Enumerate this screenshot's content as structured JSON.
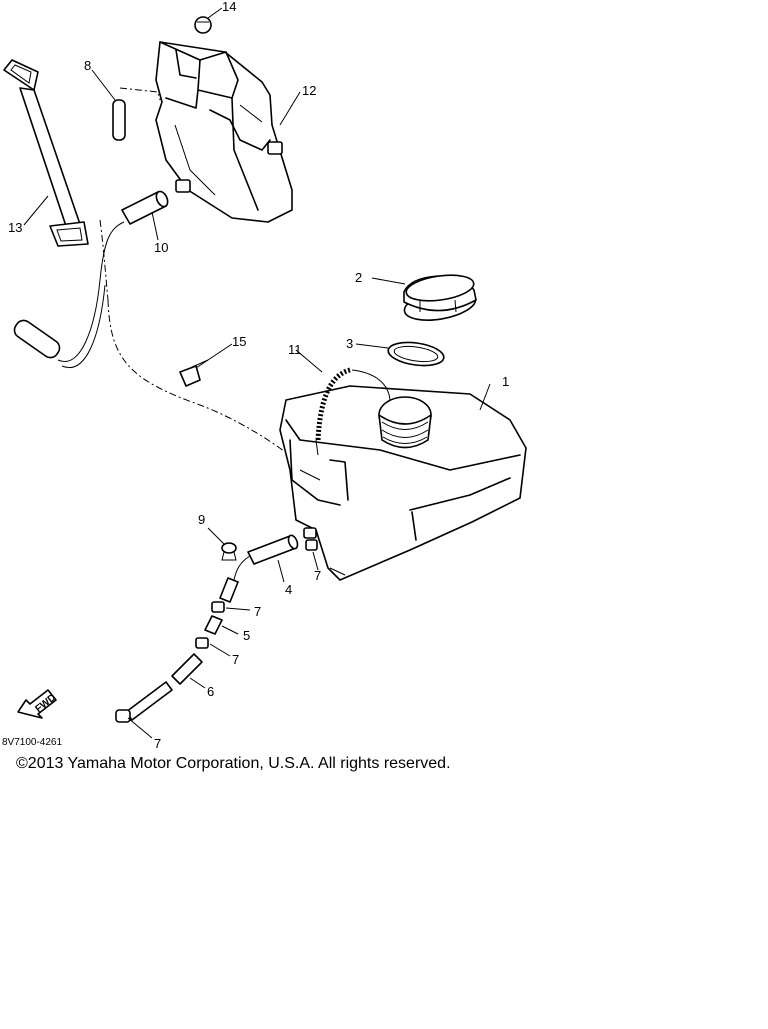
{
  "diagram": {
    "callouts": {
      "tank": "1",
      "cap": "2",
      "cap_gasket": "3",
      "hose_4": "4",
      "joint_5": "5",
      "hose_6": "6",
      "clip_7a": "7",
      "clip_7b": "7",
      "clip_7c": "7",
      "clip_7d": "7",
      "pipe_8": "8",
      "clamp_9": "9",
      "hose_10": "10",
      "breather_11": "11",
      "oil_tank_12": "12",
      "band_13": "13",
      "cap_14": "14",
      "holder_15": "15"
    },
    "fwd_label": "FWD",
    "reference_code": "8V7100-4261"
  },
  "footer": {
    "copyright": "©2013 Yamaha Motor Corporation, U.S.A. All rights reserved."
  }
}
